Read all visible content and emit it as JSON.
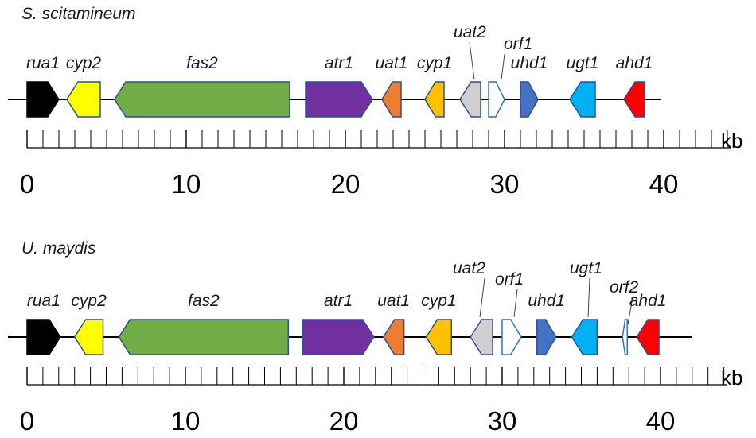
{
  "panels": [
    {
      "title": "S. scitamineum",
      "scale_unit": "kb",
      "scale_labels": [
        "0",
        "10",
        "20",
        "30",
        "40"
      ],
      "genes": [
        {
          "name": "rua1",
          "start": 0.0,
          "end": 2.0,
          "strand": "+",
          "color": "#000000"
        },
        {
          "name": "cyp2",
          "start": 2.5,
          "end": 4.6,
          "strand": "-",
          "color": "#ffff00"
        },
        {
          "name": "fas2",
          "start": 5.5,
          "end": 16.5,
          "strand": "-",
          "color": "#70ad47"
        },
        {
          "name": "atr1",
          "start": 17.5,
          "end": 21.7,
          "strand": "+",
          "color": "#7030a0"
        },
        {
          "name": "uat1",
          "start": 22.3,
          "end": 23.5,
          "strand": "-",
          "color": "#ed7d31"
        },
        {
          "name": "cyp1",
          "start": 25.0,
          "end": 26.2,
          "strand": "-",
          "color": "#ffc000"
        },
        {
          "name": "uat2",
          "start": 27.2,
          "end": 28.5,
          "strand": "-",
          "color": "#d0cece"
        },
        {
          "name": "orf1",
          "start": 29.0,
          "end": 30.0,
          "strand": "+",
          "color": "#ffffff"
        },
        {
          "name": "uhd1",
          "start": 31.0,
          "end": 32.1,
          "strand": "+",
          "color": "#4472c4"
        },
        {
          "name": "ugt1",
          "start": 34.1,
          "end": 35.7,
          "strand": "-",
          "color": "#00b0f0"
        },
        {
          "name": "ahd1",
          "start": 37.5,
          "end": 38.8,
          "strand": "-",
          "color": "#ff0000"
        }
      ]
    },
    {
      "title": "U. maydis",
      "scale_unit": "kb",
      "scale_labels": [
        "0",
        "10",
        "20",
        "30",
        "40"
      ],
      "genes": [
        {
          "name": "rua1",
          "start": 0.0,
          "end": 2.1,
          "strand": "+",
          "color": "#000000"
        },
        {
          "name": "cyp2",
          "start": 3.0,
          "end": 4.8,
          "strand": "-",
          "color": "#ffff00"
        },
        {
          "name": "fas2",
          "start": 5.8,
          "end": 16.5,
          "strand": "-",
          "color": "#70ad47"
        },
        {
          "name": "atr1",
          "start": 17.4,
          "end": 21.9,
          "strand": "+",
          "color": "#7030a0"
        },
        {
          "name": "uat1",
          "start": 22.5,
          "end": 23.8,
          "strand": "-",
          "color": "#ed7d31"
        },
        {
          "name": "cyp1",
          "start": 25.2,
          "end": 26.8,
          "strand": "-",
          "color": "#ffc000"
        },
        {
          "name": "uat2",
          "start": 28.0,
          "end": 29.4,
          "strand": "-",
          "color": "#d0cece"
        },
        {
          "name": "orf1",
          "start": 30.0,
          "end": 31.2,
          "strand": "+",
          "color": "#ffffff"
        },
        {
          "name": "uhd1",
          "start": 32.2,
          "end": 33.4,
          "strand": "+",
          "color": "#4472c4"
        },
        {
          "name": "ugt1",
          "start": 34.4,
          "end": 36.0,
          "strand": "-",
          "color": "#00b0f0"
        },
        {
          "name": "orf2",
          "start": 37.6,
          "end": 37.9,
          "strand": "-",
          "color": "#ffffff"
        },
        {
          "name": "ahd1",
          "start": 38.5,
          "end": 39.9,
          "strand": "-",
          "color": "#ff0000"
        }
      ]
    }
  ]
}
